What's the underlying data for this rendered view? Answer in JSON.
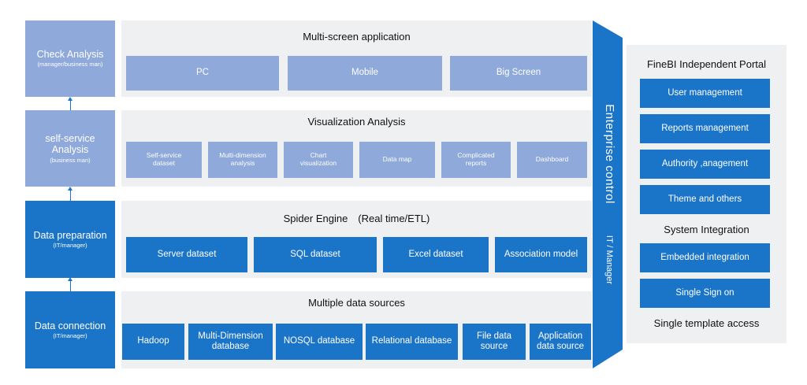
{
  "left_column": [
    {
      "title": "Check Analysis",
      "subtitle": "(manager/business man)"
    },
    {
      "title": "self-service\nAnalysis",
      "subtitle": "(business man)"
    },
    {
      "title": "Data preparation",
      "subtitle": "(IT/manager)"
    },
    {
      "title": "Data connection",
      "subtitle": "(IT/manager)"
    }
  ],
  "layers": {
    "multiscreen": {
      "title": "Multi-screen application",
      "items": [
        "PC",
        "Mobile",
        "Big Screen"
      ]
    },
    "visualization": {
      "title": "Visualization Analysis",
      "items": [
        "Self-service\ndataset",
        "Multi-dimension\nanalysis",
        "Chart\nvisualization",
        "Data map",
        "Complicated\nreports",
        "Dashboard"
      ]
    },
    "spider": {
      "title": "Spider Engine　(Real time/ETL)",
      "items": [
        "Server dataset",
        "SQL dataset",
        "Excel dataset",
        "Association model"
      ]
    },
    "sources": {
      "title": "Multiple data sources",
      "items": [
        "Hadoop",
        "Multi-Dimension\ndatabase",
        "NOSQL database",
        "Relational database",
        "File data\nsource",
        "Application\ndata source"
      ]
    }
  },
  "enterprise": {
    "title": "Enterprise control",
    "subtitle": "IT / Manager"
  },
  "portal": {
    "title": "FineBI Independent Portal",
    "items": [
      "User management",
      "Reports management",
      "Authority ,anagement",
      "Theme and others"
    ],
    "integration_title": "System Integration",
    "integration_items": [
      "Embedded integration",
      "Single Sign on"
    ],
    "footer": "Single template access"
  },
  "colors": {
    "light_box": "#8ea9da",
    "dark_box": "#1a74c7",
    "panel": "#eef0f2"
  }
}
